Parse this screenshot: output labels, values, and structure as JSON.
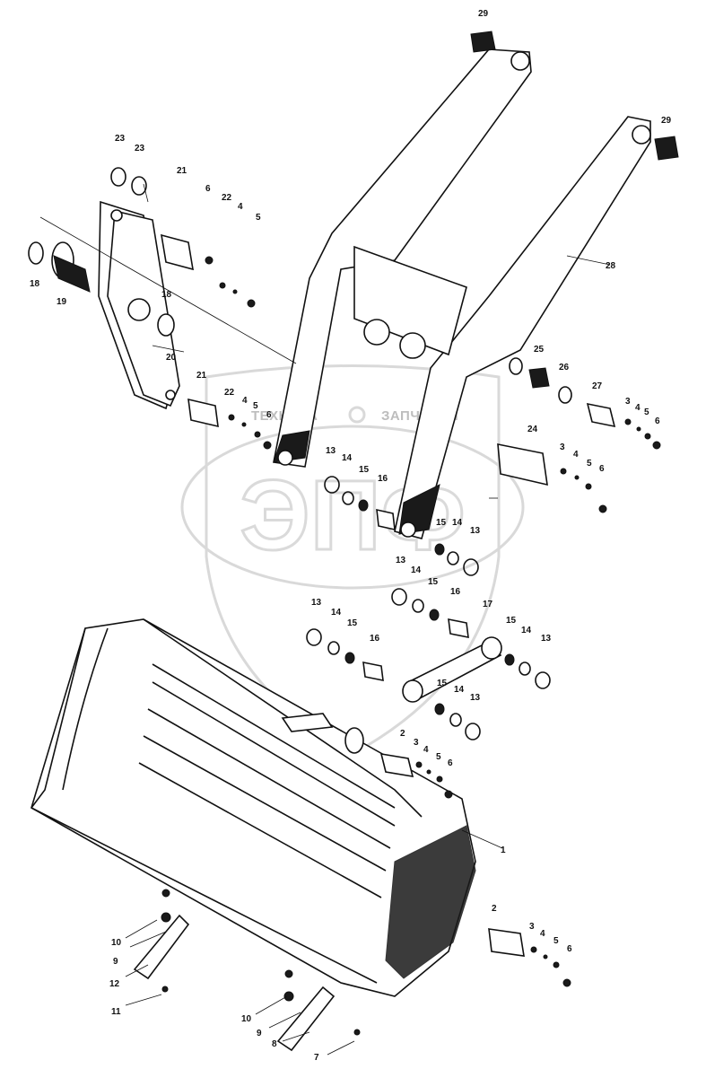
{
  "watermark": {
    "brand_left": "ТЕХНИКА",
    "brand_right": "ЗАПЧАСТИ",
    "emblem_text": "ЭПФ"
  },
  "callouts": [
    {
      "id": "c29a",
      "text": "29"
    },
    {
      "id": "c29b",
      "text": "29"
    },
    {
      "id": "c23a",
      "text": "23"
    },
    {
      "id": "c23b",
      "text": "23"
    },
    {
      "id": "c21a",
      "text": "21"
    },
    {
      "id": "c6a",
      "text": "6"
    },
    {
      "id": "c22a",
      "text": "22"
    },
    {
      "id": "c4a",
      "text": "4"
    },
    {
      "id": "c5a",
      "text": "5"
    },
    {
      "id": "c18a",
      "text": "18"
    },
    {
      "id": "c19",
      "text": "19"
    },
    {
      "id": "c18b",
      "text": "18"
    },
    {
      "id": "c20",
      "text": "20"
    },
    {
      "id": "c28",
      "text": "28"
    },
    {
      "id": "c25",
      "text": "25"
    },
    {
      "id": "c26",
      "text": "26"
    },
    {
      "id": "c27",
      "text": "27"
    },
    {
      "id": "c3a",
      "text": "3"
    },
    {
      "id": "c4b",
      "text": "4"
    },
    {
      "id": "c5b",
      "text": "5"
    },
    {
      "id": "c6b",
      "text": "6"
    },
    {
      "id": "c21b",
      "text": "21"
    },
    {
      "id": "c22b",
      "text": "22"
    },
    {
      "id": "c4c",
      "text": "4"
    },
    {
      "id": "c5c",
      "text": "5"
    },
    {
      "id": "c6c",
      "text": "6"
    },
    {
      "id": "c24",
      "text": "24"
    },
    {
      "id": "c3b",
      "text": "3"
    },
    {
      "id": "c4d",
      "text": "4"
    },
    {
      "id": "c5d",
      "text": "5"
    },
    {
      "id": "c6d",
      "text": "6"
    },
    {
      "id": "c13a",
      "text": "13"
    },
    {
      "id": "c14a",
      "text": "14"
    },
    {
      "id": "c15a",
      "text": "15"
    },
    {
      "id": "c16a",
      "text": "16"
    },
    {
      "id": "c15b",
      "text": "15"
    },
    {
      "id": "c14b",
      "text": "14"
    },
    {
      "id": "c13b",
      "text": "13"
    },
    {
      "id": "c13c",
      "text": "13"
    },
    {
      "id": "c14c",
      "text": "14"
    },
    {
      "id": "c15c",
      "text": "15"
    },
    {
      "id": "c16b",
      "text": "16"
    },
    {
      "id": "c17",
      "text": "17"
    },
    {
      "id": "c13d",
      "text": "13"
    },
    {
      "id": "c14d",
      "text": "14"
    },
    {
      "id": "c15d",
      "text": "15"
    },
    {
      "id": "c16c",
      "text": "16"
    },
    {
      "id": "c15e",
      "text": "15"
    },
    {
      "id": "c14e",
      "text": "14"
    },
    {
      "id": "c13e",
      "text": "13"
    },
    {
      "id": "c15f",
      "text": "15"
    },
    {
      "id": "c14f",
      "text": "14"
    },
    {
      "id": "c13f",
      "text": "13"
    },
    {
      "id": "c2a",
      "text": "2"
    },
    {
      "id": "c3c",
      "text": "3"
    },
    {
      "id": "c4e",
      "text": "4"
    },
    {
      "id": "c5e",
      "text": "5"
    },
    {
      "id": "c6e",
      "text": "6"
    },
    {
      "id": "c1",
      "text": "1"
    },
    {
      "id": "c2b",
      "text": "2"
    },
    {
      "id": "c3d",
      "text": "3"
    },
    {
      "id": "c4f",
      "text": "4"
    },
    {
      "id": "c5f",
      "text": "5"
    },
    {
      "id": "c6f",
      "text": "6"
    },
    {
      "id": "c10a",
      "text": "10"
    },
    {
      "id": "c9a",
      "text": "9"
    },
    {
      "id": "c12",
      "text": "12"
    },
    {
      "id": "c11",
      "text": "11"
    },
    {
      "id": "c10b",
      "text": "10"
    },
    {
      "id": "c9b",
      "text": "9"
    },
    {
      "id": "c8",
      "text": "8"
    },
    {
      "id": "c7",
      "text": "7"
    }
  ]
}
